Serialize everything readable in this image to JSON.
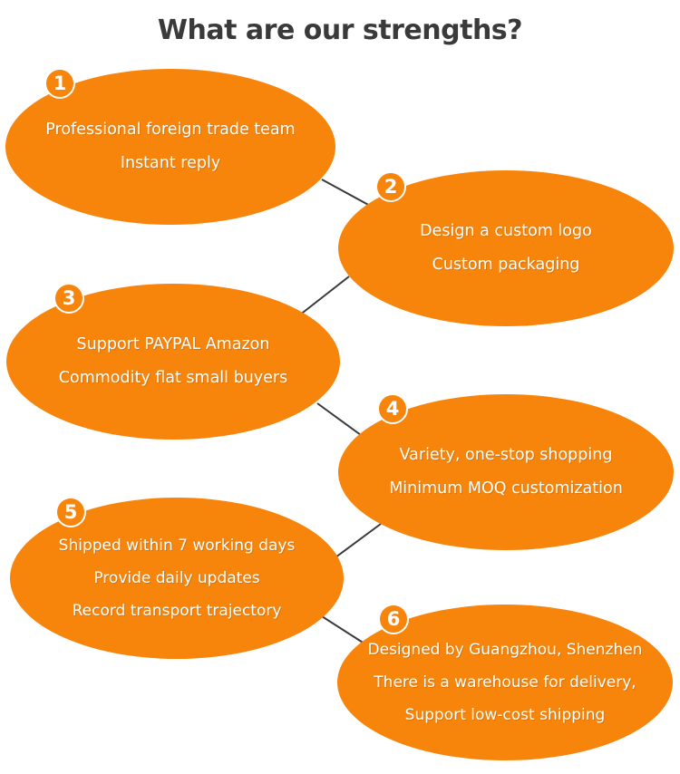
{
  "title": "What are our strengths?",
  "accent_color": "#f7840b",
  "connector_color": "#3a3a3a",
  "items": [
    {
      "number": "1",
      "lines": [
        "Professional foreign trade team",
        "Instant reply"
      ]
    },
    {
      "number": "2",
      "lines": [
        "Design a custom logo",
        "Custom packaging"
      ]
    },
    {
      "number": "3",
      "lines": [
        "Support PAYPAL Amazon",
        "Commodity flat small buyers"
      ]
    },
    {
      "number": "4",
      "lines": [
        "Variety, one-stop shopping",
        "Minimum MOQ customization"
      ]
    },
    {
      "number": "5",
      "lines": [
        "Shipped within 7 working days",
        "Provide daily updates",
        "Record transport trajectory"
      ]
    },
    {
      "number": "6",
      "lines": [
        "Designed by Guangzhou, Shenzhen",
        "There is a warehouse for delivery,",
        "Support low-cost shipping"
      ]
    }
  ]
}
